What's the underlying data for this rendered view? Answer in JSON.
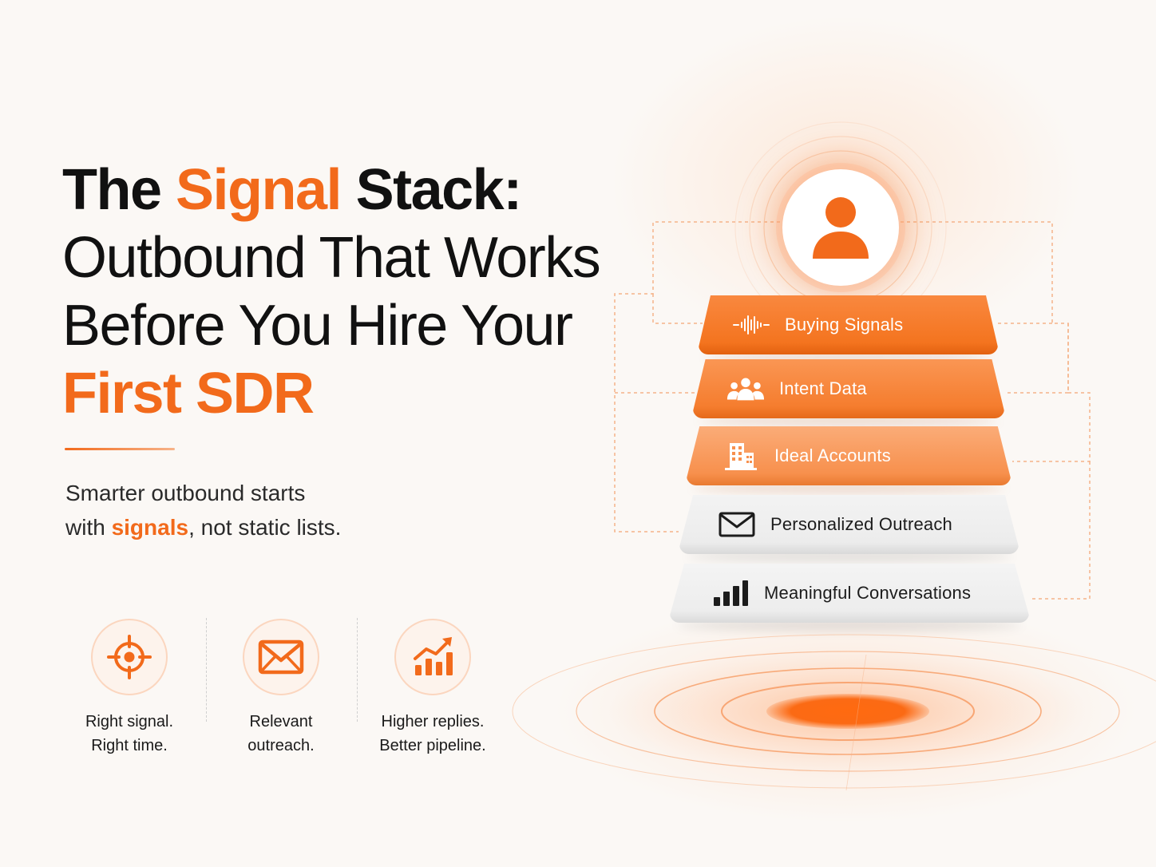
{
  "headline": {
    "line1_pre": "The ",
    "line1_highlight": "Signal",
    "line1_post": " Stack:",
    "line2": "Outbound That Works",
    "line3": "Before You Hire Your",
    "line4": "First SDR"
  },
  "subtitle": {
    "line1": "Smarter outbound starts",
    "line2_pre": "with ",
    "line2_highlight": "signals",
    "line2_post": ", not static lists."
  },
  "features": [
    {
      "icon": "target-icon",
      "line1": "Right signal.",
      "line2": "Right time."
    },
    {
      "icon": "envelope-icon",
      "line1": "Relevant",
      "line2": "outreach."
    },
    {
      "icon": "growth-chart-icon",
      "line1": "Higher replies.",
      "line2": "Better pipeline."
    }
  ],
  "stack": {
    "top_icon": "person-icon",
    "layers": [
      {
        "label": "Buying Signals",
        "icon": "waveform-icon"
      },
      {
        "label": "Intent Data",
        "icon": "group-icon"
      },
      {
        "label": "Ideal Accounts",
        "icon": "buildings-icon"
      },
      {
        "label": "Personalized Outreach",
        "icon": "envelope-icon"
      },
      {
        "label": "Meaningful Conversations",
        "icon": "bar-chart-icon"
      }
    ]
  },
  "colors": {
    "accent": "#f26a1b",
    "background": "#fbf8f5",
    "text": "#111111"
  }
}
